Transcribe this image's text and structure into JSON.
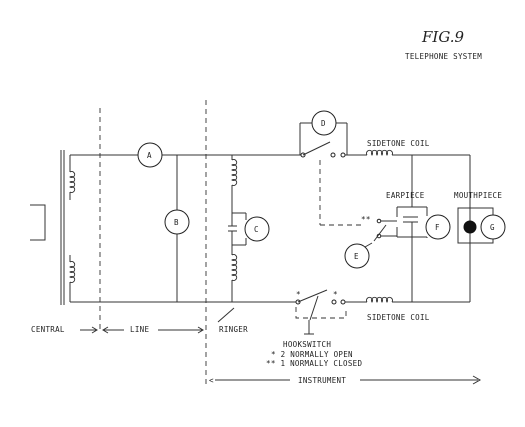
{
  "figure": {
    "number": "FIG.9",
    "caption": "TELEPHONE SYSTEM"
  },
  "sections": {
    "central": "CENTRAL",
    "line": "LINE",
    "ringer": "RINGER",
    "instrument": "INSTRUMENT"
  },
  "components": {
    "a": "A",
    "b": "B",
    "c": "C",
    "d": "D",
    "e": "E",
    "f": "F",
    "g": "G"
  },
  "parts": {
    "sidetone_coil_top": "SIDETONE COIL",
    "sidetone_coil_bottom": "SIDETONE COIL",
    "earpiece": "EARPIECE",
    "mouthpiece": "MOUTHPIECE"
  },
  "hookswitch": {
    "title": "HOOKSWITCH",
    "note1": "* 2 NORMALLY OPEN",
    "note2": "** 1 NORMALLY CLOSED",
    "star_single": "*",
    "star_double": "**",
    "star_double_left": "*",
    "star_single_right": "*"
  }
}
